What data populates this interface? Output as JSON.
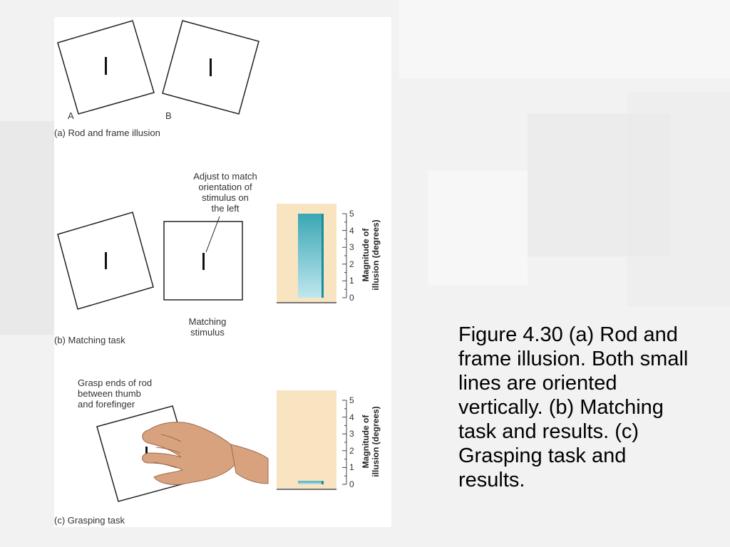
{
  "caption": "Figure 4.30 (a) Rod and frame illusion. Both small lines are oriented vertically. (b) Matching task and results. (c) Grasping task and results.",
  "panel_a": {
    "label_a": "A",
    "label_b": "B",
    "title": "(a) Rod and frame illusion"
  },
  "panel_b": {
    "note": "Adjust to match\norientation of\nstimulus on\nthe left",
    "matching_label": "Matching\nstimulus",
    "title": "(b) Matching task"
  },
  "panel_c": {
    "note": "Grasp ends of rod\nbetween thumb\nand forefinger",
    "title": "(c) Grasping task"
  },
  "colors": {
    "chart_bg": "#f9e4c2",
    "bar_top": "#3aa7b4",
    "bar_bottom": "#bfe7ef",
    "skin": "#d9a27e"
  },
  "chart_data": [
    {
      "type": "bar",
      "categories": [
        ""
      ],
      "values": [
        5
      ],
      "ylabel": "Magnitude of\nillusion (degrees)",
      "ylim": [
        0,
        5
      ],
      "yticks": [
        "0",
        "1",
        "2",
        "3",
        "4",
        "5"
      ]
    },
    {
      "type": "bar",
      "categories": [
        ""
      ],
      "values": [
        0.2
      ],
      "ylabel": "Magnitude of\nillusion (degrees)",
      "ylim": [
        0,
        5
      ],
      "yticks": [
        "0",
        "1",
        "2",
        "3",
        "4",
        "5"
      ]
    }
  ]
}
